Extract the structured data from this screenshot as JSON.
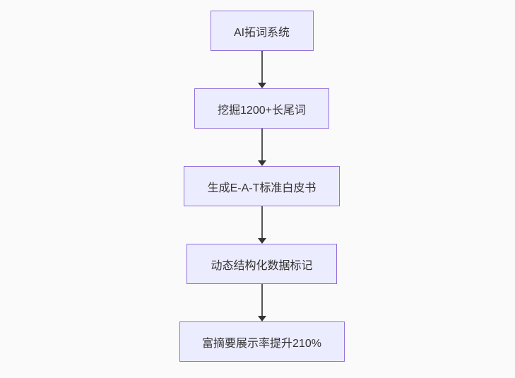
{
  "diagram": {
    "type": "flowchart-top-down",
    "background_color": "#fafafa",
    "node_fill_color": "#ECECFF",
    "node_border_color": "#9370DB",
    "node_text_color": "#333333",
    "edge_line_color": "#555555",
    "edge_arrowhead_color": "#333333",
    "nodes": [
      {
        "label": "AI拓词系统"
      },
      {
        "label": "挖掘1200+长尾词"
      },
      {
        "label": "生成E-A-T标准白皮书"
      },
      {
        "label": "动态结构化数据标记"
      },
      {
        "label": "富摘要展示率提升210%"
      }
    ],
    "edges": [
      {
        "from": "AI拓词系统",
        "to": "挖掘1200+长尾词"
      },
      {
        "from": "挖掘1200+长尾词",
        "to": "生成E-A-T标准白皮书"
      },
      {
        "from": "生成E-A-T标准白皮书",
        "to": "动态结构化数据标记"
      },
      {
        "from": "动态结构化数据标记",
        "to": "富摘要展示率提升210%"
      }
    ]
  }
}
